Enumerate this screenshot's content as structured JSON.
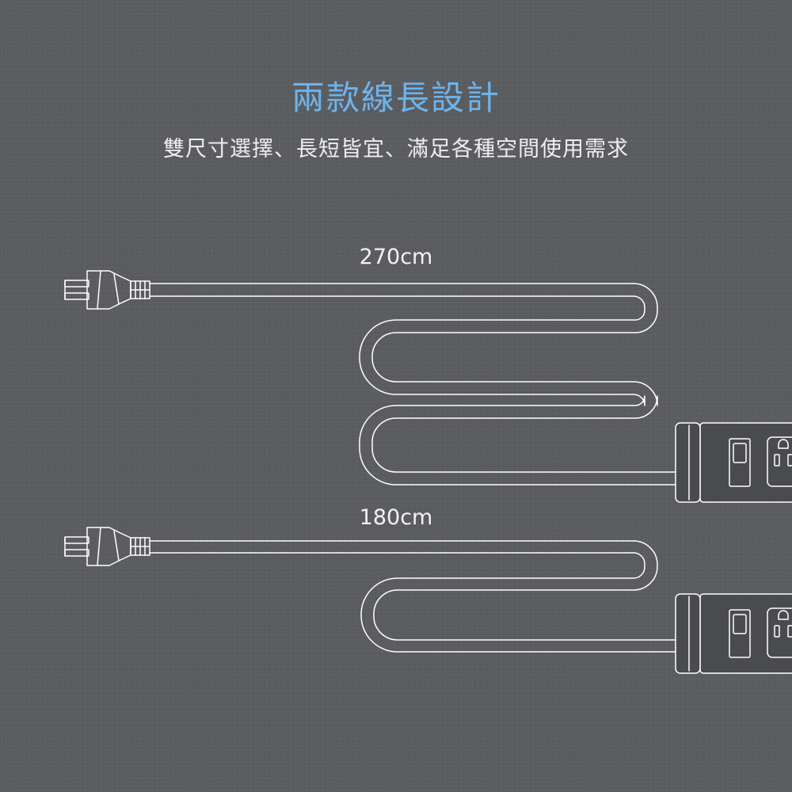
{
  "header": {
    "title": "兩款線長設計",
    "subtitle": "雙尺寸選擇、長短皆宜、滿足各種空間使用需求"
  },
  "cords": [
    {
      "length_label": "270cm"
    },
    {
      "length_label": "180cm"
    }
  ],
  "colors": {
    "background": "#5b5c5f",
    "title": "#6cb4ee",
    "subtitle": "#eeeeee",
    "line_art": "#ffffff"
  }
}
